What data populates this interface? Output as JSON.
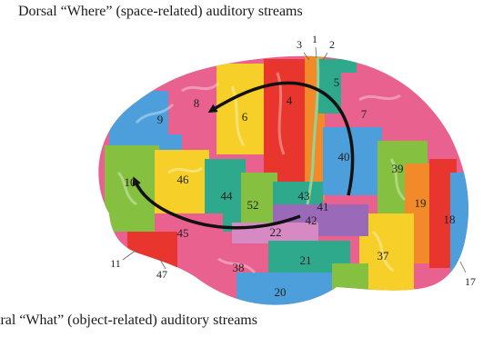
{
  "captions": {
    "top": "Dorsal “Where” (space-related) auditory streams",
    "bottom": "tral “What” (object-related) auditory streams"
  },
  "areas": {
    "a1": "1",
    "a2": "2",
    "a3": "3",
    "a4": "4",
    "a5": "5",
    "a6": "6",
    "a7": "7",
    "a8": "8",
    "a9": "9",
    "a10": "10",
    "a11": "11",
    "a17": "17",
    "a18": "18",
    "a19": "19",
    "a20": "20",
    "a21": "21",
    "a22": "22",
    "a37": "37",
    "a38": "38",
    "a39": "39",
    "a40": "40",
    "a41": "41",
    "a42": "42",
    "a43": "43",
    "a44": "44",
    "a45": "45",
    "a46": "46",
    "a47": "47",
    "a52": "52"
  },
  "colors": {
    "pink": "#e8618f",
    "red": "#e8352d",
    "orange": "#f38a2a",
    "yellow": "#f6d028",
    "green": "#86c040",
    "teal": "#2fa98c",
    "blue": "#4d9fdc",
    "purple": "#9a6ab8",
    "arrow": "#111111"
  }
}
